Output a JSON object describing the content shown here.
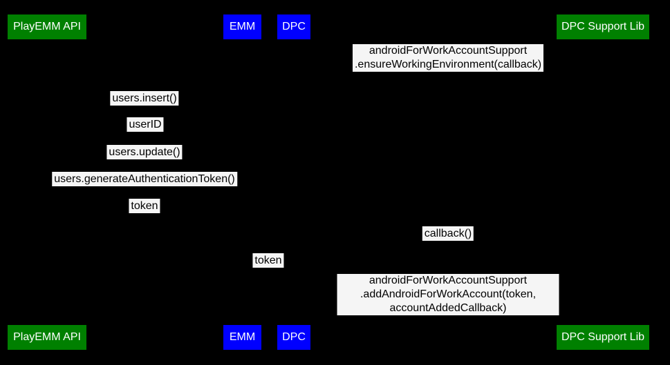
{
  "diagram": {
    "type": "sequence-diagram",
    "colors": {
      "background": "#000000",
      "actor_green": "#008000",
      "actor_blue": "#0000ff",
      "actor_text": "#ffffff",
      "message_background": "#f5f5f5",
      "message_text": "#000000"
    },
    "actors": [
      {
        "label": "PlayEMM API",
        "color": "green"
      },
      {
        "label": "EMM",
        "color": "blue"
      },
      {
        "label": "DPC",
        "color": "blue"
      },
      {
        "label": "DPC Support Lib",
        "color": "green"
      }
    ],
    "messages": [
      {
        "label": "androidForWorkAccountSupport\n.ensureWorkingEnvironment(callback)"
      },
      {
        "label": "users.insert()"
      },
      {
        "label": "userID"
      },
      {
        "label": "users.update()"
      },
      {
        "label": "users.generateAuthenticationToken()"
      },
      {
        "label": "token"
      },
      {
        "label": "callback()"
      },
      {
        "label": "token"
      },
      {
        "label": "androidForWorkAccountSupport\n.addAndroidForWorkAccount(token, accountAddedCallback)"
      }
    ]
  }
}
